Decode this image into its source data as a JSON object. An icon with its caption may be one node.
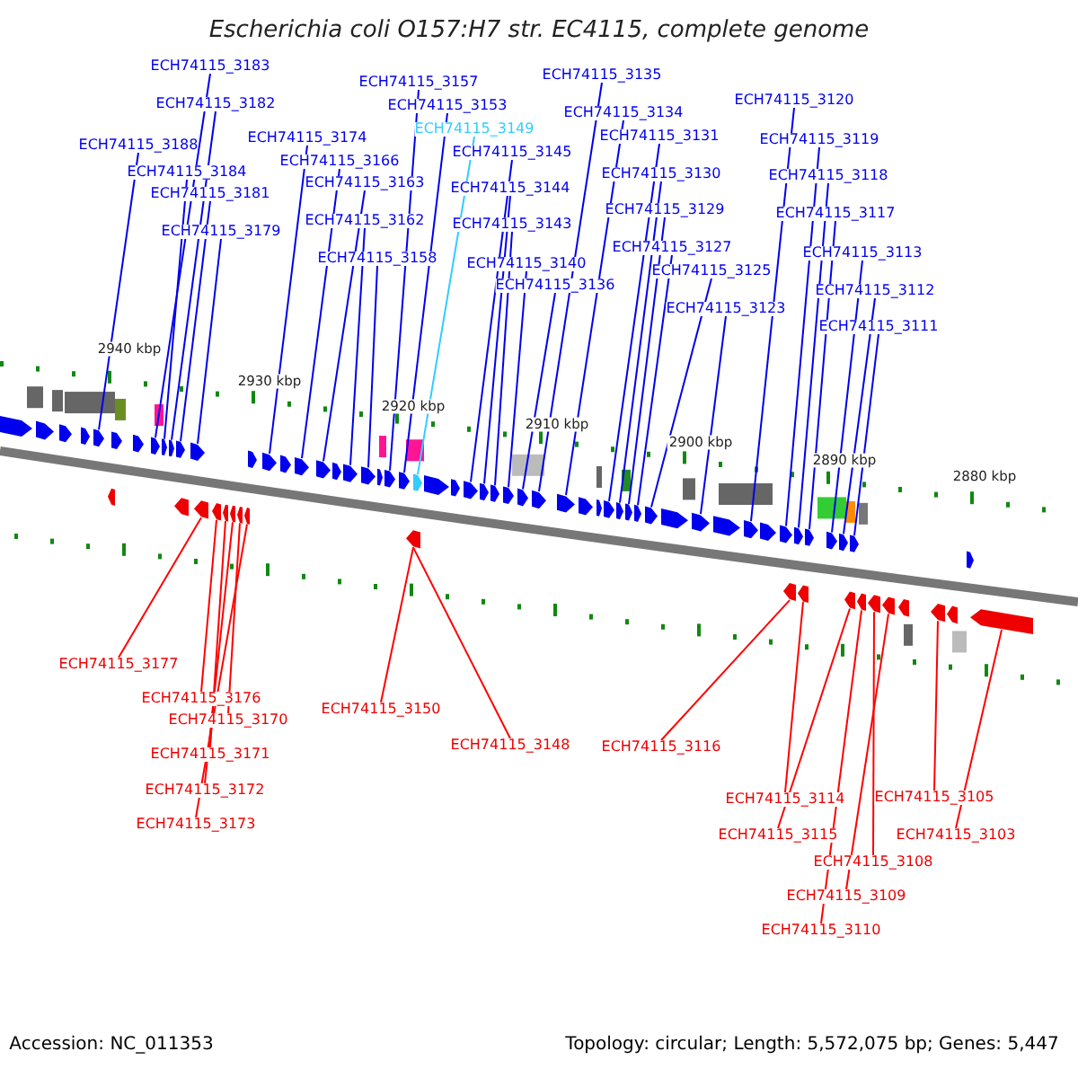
{
  "diagram": {
    "title": "Escherichia coli O157:H7 str. EC4115, complete genome",
    "nodes": [
      {
        "text": [
          "ECH74115_3183"
        ]
      },
      {
        "text": [
          "ECH74115_3182"
        ]
      },
      {
        "text": [
          "ECH74115_3188"
        ]
      },
      {
        "text": [
          "ECH74115_3184"
        ]
      },
      {
        "text": [
          "ECH74115_3181"
        ]
      },
      {
        "text": [
          "ECH74115_3179"
        ]
      },
      {
        "text": [
          "ECH74115_3174"
        ]
      },
      {
        "text": [
          "ECH74115_3166"
        ]
      },
      {
        "text": [
          "ECH74115_3163"
        ]
      },
      {
        "text": [
          "ECH74115_3162"
        ]
      },
      {
        "text": [
          "ECH74115_3158"
        ]
      },
      {
        "text": [
          "ECH74115_3157"
        ]
      },
      {
        "text": [
          "ECH74115_3153"
        ]
      },
      {
        "text": [
          "ECH74115_3149"
        ]
      },
      {
        "text": [
          "ECH74115_3145"
        ]
      },
      {
        "text": [
          "ECH74115_3144"
        ]
      },
      {
        "text": [
          "ECH74115_3143"
        ]
      },
      {
        "text": [
          "ECH74115_3140"
        ]
      },
      {
        "text": [
          "ECH74115_3136"
        ]
      },
      {
        "text": [
          "ECH74115_3135"
        ]
      },
      {
        "text": [
          "ECH74115_3134"
        ]
      },
      {
        "text": [
          "ECH74115_3131"
        ]
      },
      {
        "text": [
          "ECH74115_3130"
        ]
      },
      {
        "text": [
          "ECH74115_3129"
        ]
      },
      {
        "text": [
          "ECH74115_3127"
        ]
      },
      {
        "text": [
          "ECH74115_3125"
        ]
      },
      {
        "text": [
          "ECH74115_3123"
        ]
      },
      {
        "text": [
          "ECH74115_3120"
        ]
      },
      {
        "text": [
          "ECH74115_3119"
        ]
      },
      {
        "text": [
          "ECH74115_3118"
        ]
      },
      {
        "text": [
          "ECH74115_3117"
        ]
      },
      {
        "text": [
          "ECH74115_3113"
        ]
      },
      {
        "text": [
          "ECH74115_3112"
        ]
      },
      {
        "text": [
          "ECH74115_3111"
        ]
      },
      {
        "text": [
          "ECH74115_3177"
        ]
      },
      {
        "text": [
          "ECH74115_3176"
        ]
      },
      {
        "text": [
          "ECH74115_3170"
        ]
      },
      {
        "text": [
          "ECH74115_3171"
        ]
      },
      {
        "text": [
          "ECH74115_3172"
        ]
      },
      {
        "text": [
          "ECH74115_3173"
        ]
      },
      {
        "text": [
          "ECH74115_3150"
        ]
      },
      {
        "text": [
          "ECH74115_3148"
        ]
      },
      {
        "text": [
          "ECH74115_3116"
        ]
      },
      {
        "text": [
          "ECH74115_3114"
        ]
      },
      {
        "text": [
          "ECH74115_3115"
        ]
      },
      {
        "text": [
          "ECH74115_3105"
        ]
      },
      {
        "text": [
          "ECH74115_3103"
        ]
      },
      {
        "text": [
          "ECH74115_3108"
        ]
      },
      {
        "text": [
          "ECH74115_3109"
        ]
      },
      {
        "text": [
          "ECH74115_3110"
        ]
      },
      {
        "text": [],
        "shape": "arrow"
      },
      {
        "text": [],
        "shape": "arrow"
      },
      {
        "text": [],
        "shape": "arrow"
      },
      {
        "text": [],
        "shape": "arrow"
      },
      {
        "text": [],
        "shape": "arrow"
      },
      {
        "text": [],
        "shape": "arrow"
      },
      {
        "text": [],
        "shape": "arrow"
      },
      {
        "text": [],
        "shape": "arrow"
      },
      {
        "text": [],
        "shape": "arrow"
      },
      {
        "text": [],
        "shape": "arrow"
      },
      {
        "text": [],
        "shape": "arrow"
      },
      {
        "text": [],
        "shape": "arrow"
      },
      {
        "text": [],
        "shape": "arrow"
      },
      {
        "text": [],
        "shape": "arrow"
      },
      {
        "text": [],
        "shape": "arrow"
      },
      {
        "text": [],
        "shape": "arrow"
      },
      {
        "text": [],
        "shape": "arrow"
      },
      {
        "text": [],
        "shape": "arrow"
      },
      {
        "text": [],
        "shape": "arrow"
      },
      {
        "text": [],
        "shape": "arrow"
      },
      {
        "text": [],
        "shape": "arrow"
      },
      {
        "text": [],
        "shape": "arrow"
      },
      {
        "text": [],
        "shape": "arrow"
      },
      {
        "text": [],
        "shape": "arrow"
      },
      {
        "text": [],
        "shape": "arrow"
      },
      {
        "text": [],
        "shape": "arrow"
      },
      {
        "text": [],
        "shape": "arrow"
      },
      {
        "text": [],
        "shape": "arrow"
      },
      {
        "text": [],
        "shape": "arrow"
      },
      {
        "text": [],
        "shape": "arrow"
      },
      {
        "text": [],
        "shape": "arrow"
      },
      {
        "text": [],
        "shape": "arrow"
      },
      {
        "text": [],
        "shape": "arrow"
      },
      {
        "text": [],
        "shape": "arrow"
      },
      {
        "text": [],
        "shape": "arrow"
      },
      {
        "text": [],
        "shape": "arrow"
      },
      {
        "text": [],
        "shape": "arrow"
      },
      {
        "text": [],
        "shape": "arrow"
      },
      {
        "text": [],
        "shape": "arrow"
      },
      {
        "text": [],
        "shape": "arrow"
      },
      {
        "text": [],
        "shape": "arrow"
      },
      {
        "text": [],
        "shape": "arrow"
      },
      {
        "text": [],
        "shape": "arrow"
      },
      {
        "text": [],
        "shape": "arrow"
      },
      {
        "text": [],
        "shape": "arrow"
      },
      {
        "text": [],
        "shape": "arrow"
      },
      {
        "text": [],
        "shape": "arrow"
      },
      {
        "text": [],
        "shape": "arrow"
      },
      {
        "text": [],
        "shape": "arrow"
      },
      {
        "text": [],
        "shape": "arrow"
      },
      {
        "text": [],
        "shape": "arrow"
      },
      {
        "text": [],
        "shape": "arrow"
      },
      {
        "text": [],
        "shape": "arrow"
      },
      {
        "text": [],
        "shape": "arrow"
      },
      {
        "text": [],
        "shape": "arrow"
      },
      {
        "text": [],
        "shape": "arrow"
      },
      {
        "text": [],
        "shape": "arrow"
      },
      {
        "text": [],
        "shape": "arrow"
      },
      {
        "text": [],
        "shape": "arrow"
      },
      {
        "text": [],
        "shape": "arrow"
      },
      {
        "text": [],
        "shape": "arrow"
      },
      {
        "text": [],
        "shape": "arrow"
      },
      {
        "text": [],
        "shape": "arrow"
      },
      {
        "text": [],
        "shape": "arrow"
      },
      {
        "text": [],
        "shape": "arrow"
      },
      {
        "text": [],
        "shape": "arrow"
      },
      {
        "text": [],
        "shape": "arrow"
      },
      {
        "text": [],
        "shape": "arrow"
      },
      {
        "text": [],
        "shape": "arrow"
      },
      {
        "text": [],
        "shape": "arrow"
      },
      {
        "text": [],
        "shape": "arrow"
      }
    ],
    "edges": [
      {
        "from": 0,
        "to": 51,
        "arrow": "none"
      },
      {
        "from": 1,
        "to": 53,
        "arrow": "none"
      },
      {
        "from": 2,
        "to": 50,
        "arrow": "none"
      },
      {
        "from": 3,
        "to": 52,
        "arrow": "none"
      },
      {
        "from": 4,
        "to": 54,
        "arrow": "none"
      },
      {
        "from": 5,
        "to": 55,
        "arrow": "none"
      },
      {
        "from": 6,
        "to": 62,
        "arrow": "none"
      },
      {
        "from": 7,
        "to": 63,
        "arrow": "none"
      },
      {
        "from": 8,
        "to": 64,
        "arrow": "none"
      },
      {
        "from": 9,
        "to": 65,
        "arrow": "none"
      },
      {
        "from": 10,
        "to": 66,
        "arrow": "none"
      },
      {
        "from": 11,
        "to": 67,
        "arrow": "none"
      },
      {
        "from": 12,
        "to": 68,
        "arrow": "none"
      },
      {
        "from": 13,
        "to": 70,
        "arrow": "none",
        "color": "#33ccff"
      },
      {
        "from": 14,
        "to": 71,
        "arrow": "none"
      },
      {
        "from": 15,
        "to": 72,
        "arrow": "none"
      },
      {
        "from": 16,
        "to": 73,
        "arrow": "none"
      },
      {
        "from": 17,
        "to": 74,
        "arrow": "none"
      },
      {
        "from": 18,
        "to": 75,
        "arrow": "none"
      },
      {
        "from": 19,
        "to": 76,
        "arrow": "none"
      },
      {
        "from": 20,
        "to": 77,
        "arrow": "none"
      },
      {
        "from": 21,
        "to": 78,
        "arrow": "none"
      },
      {
        "from": 22,
        "to": 79,
        "arrow": "none"
      },
      {
        "from": 23,
        "to": 80,
        "arrow": "none"
      },
      {
        "from": 24,
        "to": 81,
        "arrow": "none"
      },
      {
        "from": 25,
        "to": 82,
        "arrow": "none"
      },
      {
        "from": 26,
        "to": 83,
        "arrow": "none"
      },
      {
        "from": 27,
        "to": 84,
        "arrow": "none"
      },
      {
        "from": 28,
        "to": 85,
        "arrow": "none"
      },
      {
        "from": 29,
        "to": 87,
        "arrow": "none"
      },
      {
        "from": 30,
        "to": 89,
        "arrow": "none"
      },
      {
        "from": 31,
        "to": 90,
        "arrow": "none"
      },
      {
        "from": 32,
        "to": 91,
        "arrow": "none"
      },
      {
        "from": 33,
        "to": 93,
        "arrow": "none"
      },
      {
        "from": 34,
        "to": 56,
        "arrow": "none",
        "color": "#ff0000"
      },
      {
        "from": 35,
        "to": 57,
        "arrow": "none",
        "color": "#ff0000"
      },
      {
        "from": 36,
        "to": 60,
        "arrow": "none",
        "color": "#ff0000"
      },
      {
        "from": 37,
        "to": 58,
        "arrow": "none",
        "color": "#ff0000"
      },
      {
        "from": 38,
        "to": 59,
        "arrow": "none",
        "color": "#ff0000"
      },
      {
        "from": 39,
        "to": 61,
        "arrow": "none",
        "color": "#ff0000"
      },
      {
        "from": 40,
        "to": 69,
        "arrow": "none",
        "color": "#ff0000"
      },
      {
        "from": 41,
        "to": 69,
        "arrow": "none",
        "color": "#ff0000"
      },
      {
        "from": 42,
        "to": 86,
        "arrow": "none",
        "color": "#ff0000"
      },
      {
        "from": 43,
        "to": 88,
        "arrow": "none",
        "color": "#ff0000"
      },
      {
        "from": 44,
        "to": 92,
        "arrow": "none",
        "color": "#ff0000"
      },
      {
        "from": 45,
        "to": 97,
        "arrow": "none",
        "color": "#ff0000"
      },
      {
        "from": 46,
        "to": 98,
        "arrow": "none",
        "color": "#ff0000"
      },
      {
        "from": 47,
        "to": 95,
        "arrow": "none",
        "color": "#ff0000"
      },
      {
        "from": 48,
        "to": 96,
        "arrow": "none",
        "color": "#ff0000"
      },
      {
        "from": 49,
        "to": 94,
        "arrow": "none",
        "color": "#ff0000"
      }
    ],
    "labels": [
      "2940 kbp",
      "2930 kbp",
      "2920 kbp",
      "2910 kbp",
      "2900 kbp",
      "2890 kbp",
      "2880 kbp",
      "Accession: NC_011353",
      "Topology: circular; Length: 5,572,075 bp; Genes: 5,447"
    ]
  }
}
